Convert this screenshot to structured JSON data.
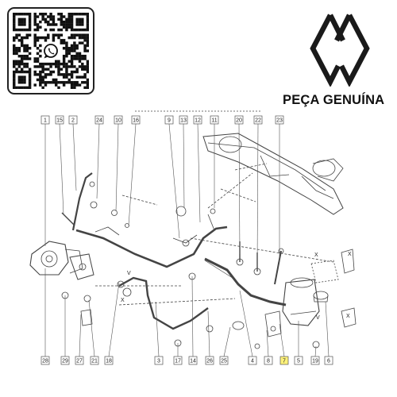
{
  "brand": {
    "tagline": "PEÇA GENUÍNA",
    "logo_icon": "renault-diamond-logo",
    "qr_center_icon": "whatsapp-icon"
  },
  "diagram": {
    "part_callouts": [
      {
        "id": "top-1",
        "label": "1"
      },
      {
        "id": "top-15",
        "label": "15"
      },
      {
        "id": "top-2",
        "label": "2"
      },
      {
        "id": "top-24",
        "label": "24"
      },
      {
        "id": "top-10",
        "label": "10"
      },
      {
        "id": "top-16",
        "label": "16"
      },
      {
        "id": "top-9",
        "label": "9"
      },
      {
        "id": "top-13",
        "label": "13"
      },
      {
        "id": "top-12",
        "label": "12"
      },
      {
        "id": "top-11",
        "label": "11"
      },
      {
        "id": "top-20",
        "label": "20"
      },
      {
        "id": "top-22",
        "label": "22"
      },
      {
        "id": "top-23",
        "label": "23"
      },
      {
        "id": "bot-28",
        "label": "28"
      },
      {
        "id": "bot-29",
        "label": "29"
      },
      {
        "id": "bot-27",
        "label": "27"
      },
      {
        "id": "bot-21",
        "label": "21"
      },
      {
        "id": "bot-18",
        "label": "18"
      },
      {
        "id": "bot-3",
        "label": "3"
      },
      {
        "id": "bot-17",
        "label": "17"
      },
      {
        "id": "bot-14",
        "label": "14"
      },
      {
        "id": "bot-26",
        "label": "26"
      },
      {
        "id": "bot-25",
        "label": "25"
      },
      {
        "id": "bot-4",
        "label": "4"
      },
      {
        "id": "bot-8",
        "label": "8"
      },
      {
        "id": "bot-7",
        "label": "7",
        "highlight": "#fff27a"
      },
      {
        "id": "bot-5",
        "label": "5"
      },
      {
        "id": "bot-19",
        "label": "19"
      },
      {
        "id": "bot-6",
        "label": "6"
      }
    ],
    "axis_marks": [
      "X",
      "V",
      "X",
      "X",
      "V",
      "X"
    ]
  }
}
